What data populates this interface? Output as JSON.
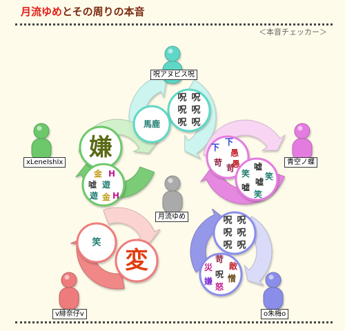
{
  "header": {
    "title_highlight": "月流ゆめ",
    "title_rest": "とその周りの本音",
    "subtitle": "＜本音チェッカー＞"
  },
  "center": {
    "name": "月流ゆめ"
  },
  "people": [
    {
      "id": "top",
      "name": "呪アヌビス呪",
      "color": "#5fd7c6",
      "light": "#c6f5ef"
    },
    {
      "id": "left",
      "name": "xLeneIshIx",
      "color": "#6cc86a",
      "light": "#cdf0c7"
    },
    {
      "id": "right",
      "name": "青空ノ蝶",
      "color": "#e47be0",
      "light": "#f8d3f5"
    },
    {
      "id": "bottom-left",
      "name": "v緋奈仔v",
      "color": "#ee7b7b",
      "light": "#fbd0d0"
    },
    {
      "id": "bottom-right",
      "name": "o朱梅o",
      "color": "#8a8ee8",
      "light": "#d6d8fa"
    }
  ],
  "relations": {
    "top": {
      "outgoing": [
        "呪",
        "呪",
        "呪",
        "呪",
        "呪",
        "呪"
      ],
      "incoming": [
        "馬鹿"
      ]
    },
    "left": {
      "outgoing": [
        "嫌"
      ],
      "incoming": [
        "金",
        "H",
        "嘘",
        "遊",
        "遊",
        "H",
        "金"
      ]
    },
    "right": {
      "outgoing": [
        "下",
        "下",
        "苛",
        "愚",
        "苛",
        "愚"
      ],
      "incoming": [
        "笑",
        "嘘",
        "嘘",
        "笑",
        "嘘",
        "笑"
      ]
    },
    "bottom_left": {
      "outgoing": [
        "変"
      ],
      "incoming": [
        "笑"
      ]
    },
    "bottom_right": {
      "outgoing": [
        "呪",
        "呪",
        "呪",
        "呪",
        "呪",
        "呪"
      ],
      "incoming": [
        "苛",
        "災",
        "敵",
        "呪",
        "嫌",
        "憎",
        "怒"
      ]
    }
  },
  "colors": {
    "background": "#fefbea",
    "title_red": "#e0201a",
    "title_brown": "#7a2a10",
    "center_person": "#aaaaaa"
  }
}
